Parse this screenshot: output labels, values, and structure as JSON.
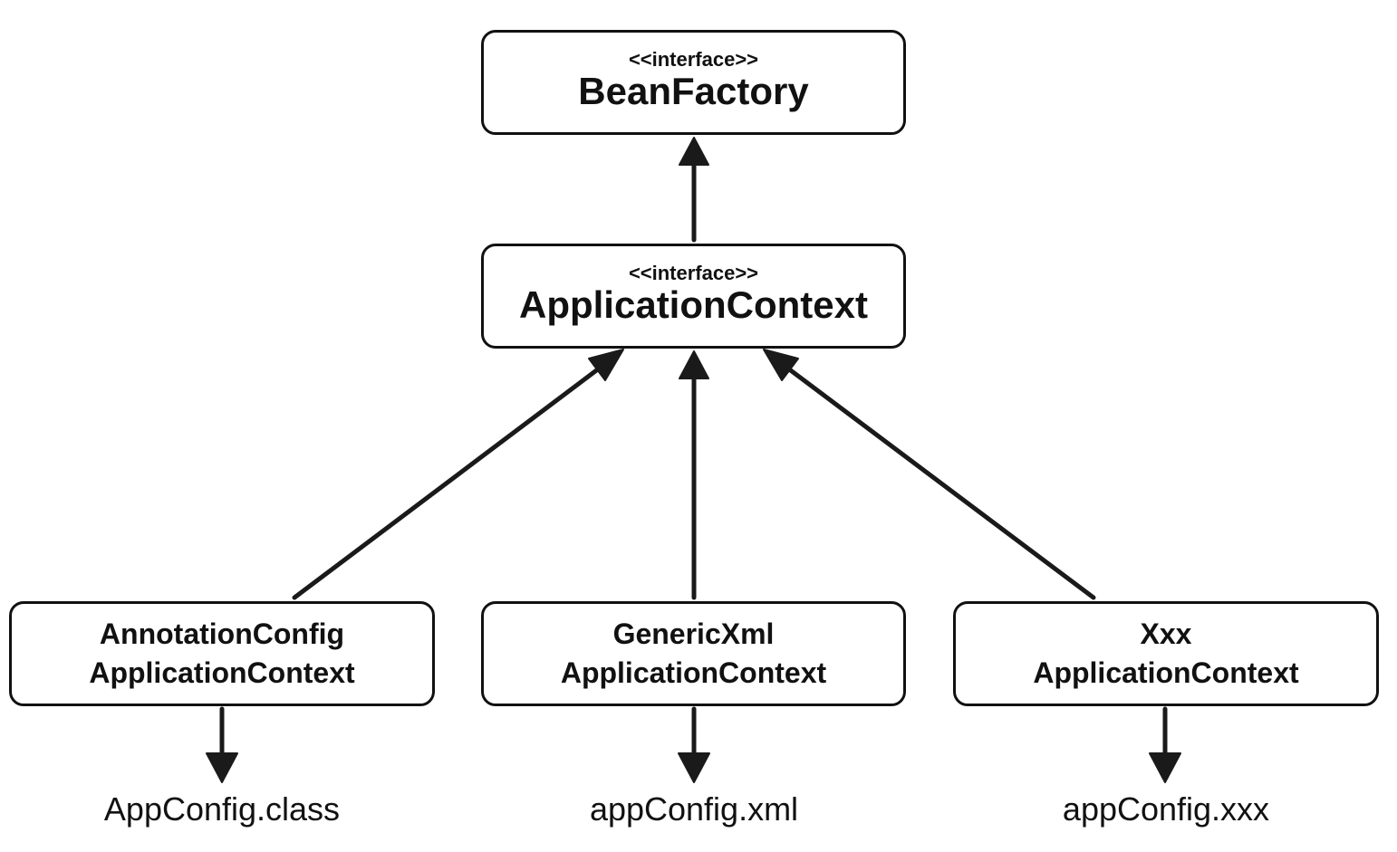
{
  "top_interface": {
    "stereotype": "<<interface>>",
    "name": "BeanFactory"
  },
  "middle_interface": {
    "stereotype": "<<interface>>",
    "name": "ApplicationContext"
  },
  "implementations": [
    {
      "line1": "AnnotationConfig",
      "line2": "ApplicationContext",
      "config": "AppConfig.class"
    },
    {
      "line1": "GenericXml",
      "line2": "ApplicationContext",
      "config": "appConfig.xml"
    },
    {
      "line1": "Xxx",
      "line2": "ApplicationContext",
      "config": "appConfig.xxx"
    }
  ]
}
